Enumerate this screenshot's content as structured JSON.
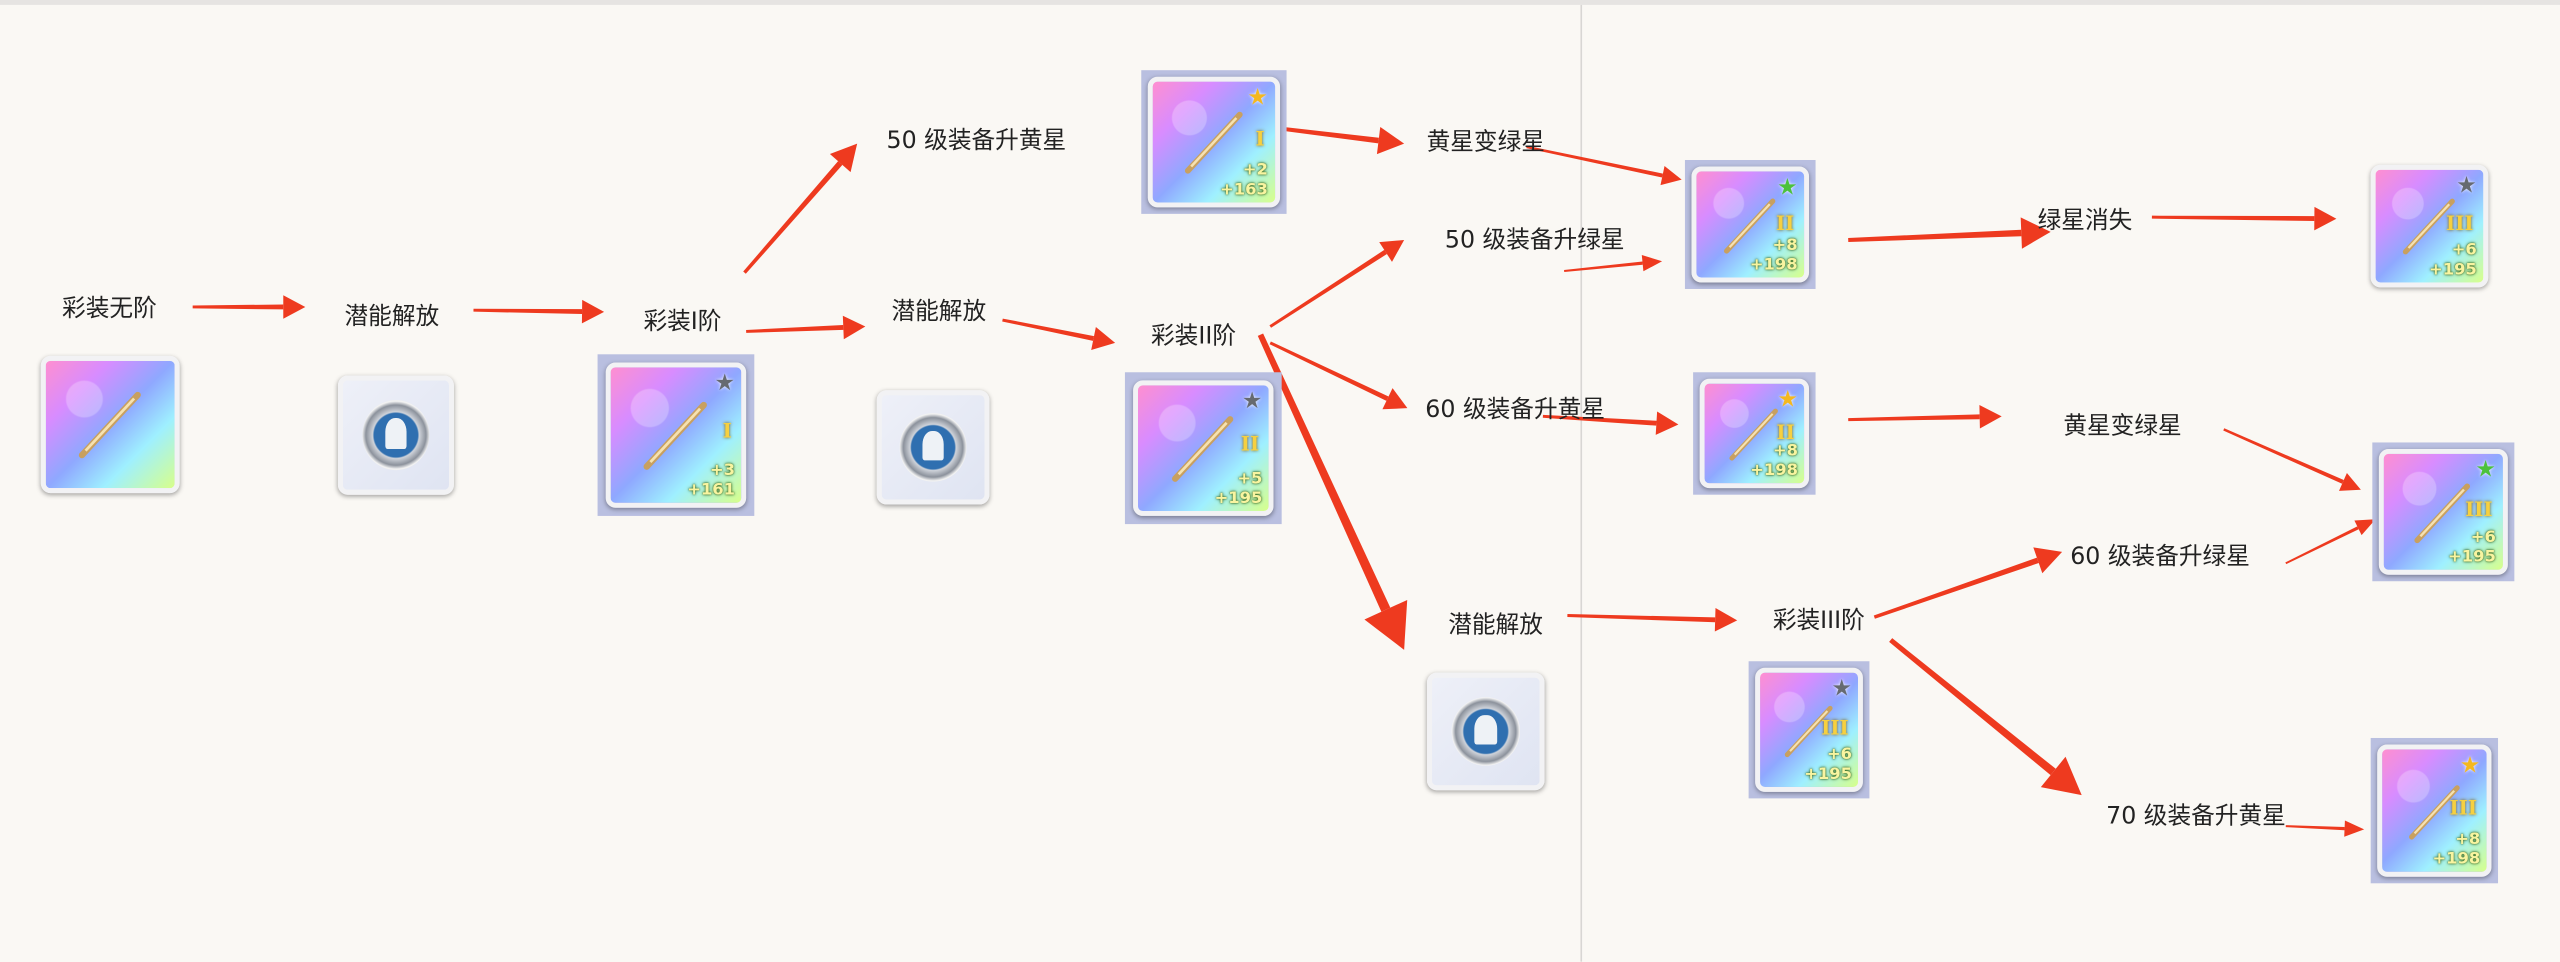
{
  "labels": {
    "start": "彩装无阶",
    "unlock1": "潜能解放",
    "tier1": "彩装I阶",
    "unlock2": "潜能解放",
    "tier2": "彩装II阶",
    "lv50_yellow": "50 级装备升黄星",
    "yellow_to_green_1": "黄星变绿星",
    "lv50_green": "50 级装备升绿星",
    "green_vanish": "绿星消失",
    "lv60_yellow": "60 级装备升黄星",
    "yellow_to_green_2": "黄星变绿星",
    "lv60_green": "60 级装备升绿星",
    "unlock3": "潜能解放",
    "tier3": "彩装III阶",
    "lv70_yellow": "70 级装备升黄星"
  },
  "items": [
    {
      "name": "bow-no-tier",
      "kind": "weapon",
      "star": "",
      "tier": "",
      "plus": "",
      "value": ""
    },
    {
      "name": "potential-unlock-1",
      "kind": "emblem"
    },
    {
      "name": "moon-tier-1",
      "kind": "weapon",
      "star": "gray",
      "tier": "I",
      "plus": "+3",
      "value": "+161"
    },
    {
      "name": "potential-unlock-2",
      "kind": "emblem"
    },
    {
      "name": "cape-tier-2",
      "kind": "weapon",
      "star": "gray",
      "tier": "II",
      "plus": "+5",
      "value": "+195"
    },
    {
      "name": "bow-lv50-yellow",
      "kind": "weapon",
      "star": "yellow",
      "tier": "I",
      "plus": "+2",
      "value": "+163"
    },
    {
      "name": "sword-green-tier-2",
      "kind": "weapon",
      "star": "green",
      "tier": "II",
      "plus": "+8",
      "value": "+198"
    },
    {
      "name": "staff-tier-3-top",
      "kind": "weapon",
      "star": "gray",
      "tier": "III",
      "plus": "+6",
      "value": "+195"
    },
    {
      "name": "sword-lv60-yellow",
      "kind": "weapon",
      "star": "yellow",
      "tier": "II",
      "plus": "+8",
      "value": "+198"
    },
    {
      "name": "club-green-tier-3",
      "kind": "weapon",
      "star": "green",
      "tier": "III",
      "plus": "+6",
      "value": "+195"
    },
    {
      "name": "potential-unlock-3",
      "kind": "emblem"
    },
    {
      "name": "staff-tier-3",
      "kind": "weapon",
      "star": "gray",
      "tier": "III",
      "plus": "+6",
      "value": "+195"
    },
    {
      "name": "sword-lv70-yellow",
      "kind": "weapon",
      "star": "yellow",
      "tier": "III",
      "plus": "+8",
      "value": "+198"
    }
  ],
  "colors": {
    "arrow": "#ee3a1f",
    "star_gray": "#666a70",
    "star_yellow": "#f4b820",
    "star_green": "#4cc23c"
  }
}
